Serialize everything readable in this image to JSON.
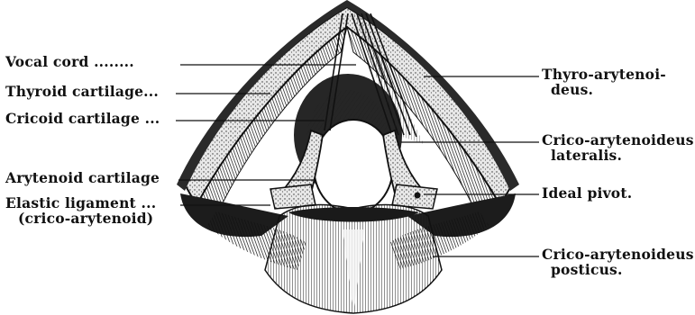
{
  "labels_left": [
    {
      "key": "vocal_cord",
      "lines": [
        "Vocal cord ........"
      ]
    },
    {
      "key": "thyroid_cartilage",
      "lines": [
        "Thyroid cartilage..."
      ]
    },
    {
      "key": "cricoid_cartilage",
      "lines": [
        "Cricoid cartilage ..."
      ]
    },
    {
      "key": "arytenoid_cartilage",
      "lines": [
        "Arytenoid cartilage"
      ]
    },
    {
      "key": "elastic_ligament",
      "lines": [
        "Elastic ligament ...",
        "(crico-arytenoid)"
      ]
    }
  ],
  "labels_right": [
    {
      "key": "thyro_arytenoideus",
      "lines": [
        "Thyro-arytenoi-",
        "deus."
      ]
    },
    {
      "key": "crico_arytenoideus_lateralis",
      "lines": [
        "Crico-arytenoideus",
        "lateralis."
      ]
    },
    {
      "key": "ideal_pivot",
      "lines": [
        "Ideal pivot."
      ]
    },
    {
      "key": "crico_arytenoideus_posticus",
      "lines": [
        "Crico-arytenoideus",
        "posticus."
      ]
    }
  ],
  "colors": {
    "ink": "#1a1a1a",
    "cartilage": "#dcdcdc",
    "shadow": "#3a3a3a",
    "paper": "#ffffff"
  }
}
